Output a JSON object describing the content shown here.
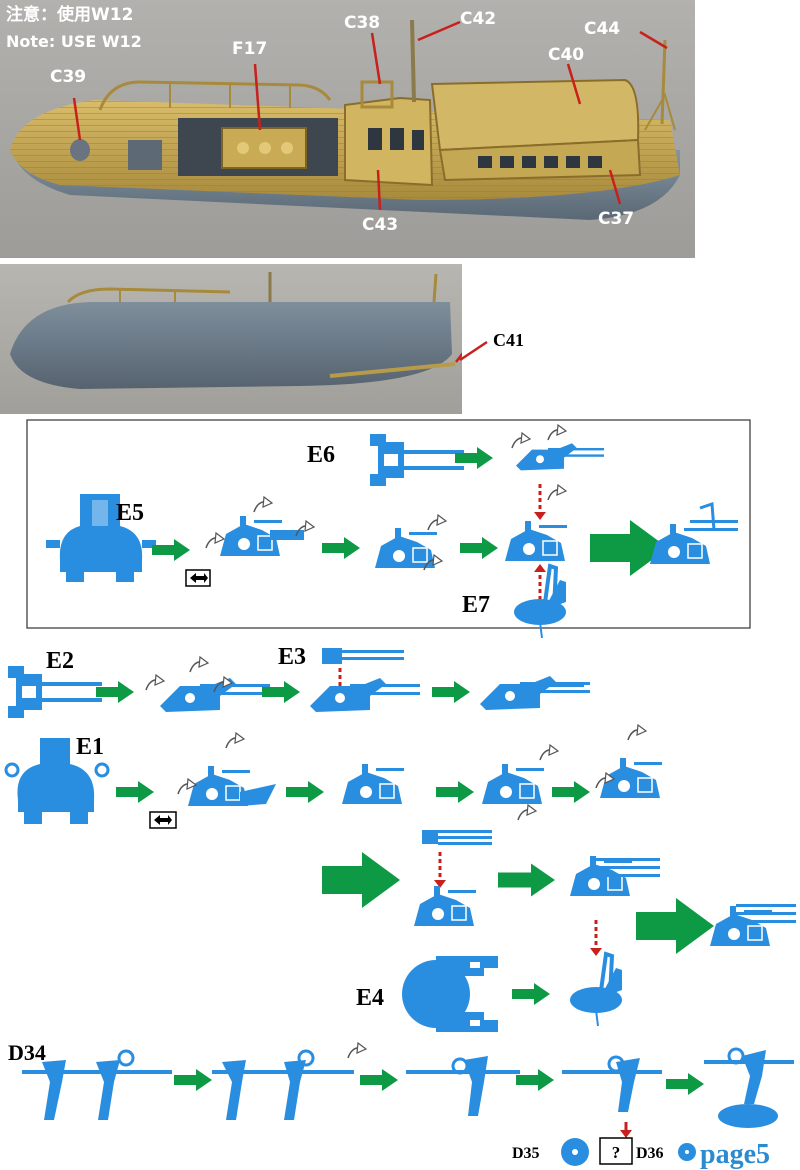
{
  "colors": {
    "part_blue": "#2a8ee0",
    "arrow_green": "#0e9a45",
    "leader_red": "#c8201c",
    "brass": "#c9a54e",
    "hull_grey": "#6f7f8f",
    "photo_bg": "#a8a7a3"
  },
  "photo_top": {
    "note_cn": "注意：使用W12",
    "note_en": "Note: USE W12",
    "callouts": [
      "C39",
      "F17",
      "C38",
      "C42",
      "C40",
      "C44",
      "C43",
      "C37"
    ]
  },
  "photo_bottom": {
    "callouts": [
      "C41"
    ]
  },
  "diagram": {
    "labels": {
      "e6": "E6",
      "e5": "E5",
      "e7": "E7",
      "e2": "E2",
      "e3": "E3",
      "e1": "E1",
      "e4": "E4",
      "d34": "D34",
      "d35": "D35",
      "d36": "D36",
      "question": "?"
    },
    "page_label": "page5",
    "icons": [
      "fold-flip-icon",
      "fold-flip-icon"
    ]
  }
}
